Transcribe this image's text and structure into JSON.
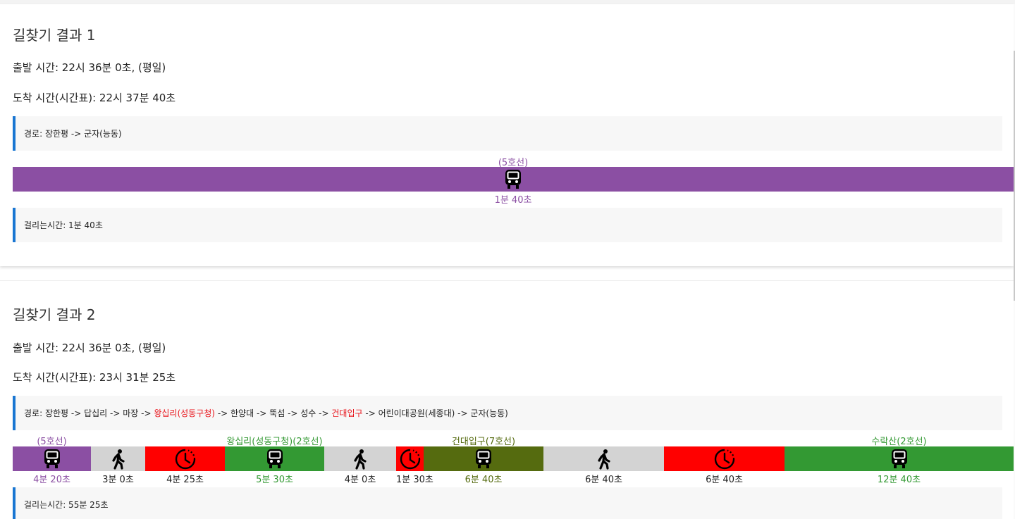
{
  "results": [
    {
      "title": "길찾기 결과 1",
      "depart": "출발 시간: 22시 36분 0초, (평일)",
      "arrive": "도착 시간(시간표): 22시 37분 40초",
      "route_prefix": "경로: ",
      "route": [
        {
          "name": "장한평",
          "transfer": false
        },
        {
          "name": "군자(능동)",
          "transfer": false
        }
      ],
      "route_sep": " -> ",
      "segments": [
        {
          "type": "subway",
          "top_label": "(5호선)",
          "bottom_label": "1분 40초",
          "color": "#8b4fa3",
          "label_color": "#8b4fa3"
        }
      ],
      "duration": "걸리는시간: 1분 40초"
    },
    {
      "title": "길찾기 결과 2",
      "depart": "출발 시간: 22시 36분 0초, (평일)",
      "arrive": "도착 시간(시간표): 23시 31분 25초",
      "route_prefix": "경로: ",
      "route": [
        {
          "name": "장한평",
          "transfer": false
        },
        {
          "name": "답십리",
          "transfer": false
        },
        {
          "name": "마장",
          "transfer": false
        },
        {
          "name": "왕십리(성동구청)",
          "transfer": true
        },
        {
          "name": "한양대",
          "transfer": false
        },
        {
          "name": "뚝섬",
          "transfer": false
        },
        {
          "name": "성수",
          "transfer": false
        },
        {
          "name": "건대입구",
          "transfer": true
        },
        {
          "name": "어린이대공원(세종대)",
          "transfer": false
        },
        {
          "name": "군자(능동)",
          "transfer": false
        }
      ],
      "route_sep": " -> ",
      "segments": [
        {
          "type": "subway",
          "top_label": "(5호선)",
          "bottom_label": "4분 20초",
          "color": "#8b4fa3",
          "label_color": "#8b4fa3"
        },
        {
          "type": "walk",
          "top_label": "",
          "bottom_label": "3분 0초",
          "color": "#d3d3d3",
          "label_color": "#222222"
        },
        {
          "type": "wait",
          "top_label": "",
          "bottom_label": "4분 25초",
          "color": "#ff0000",
          "label_color": "#222222"
        },
        {
          "type": "subway",
          "top_label": "왕십리(성동구청)(2호선)",
          "bottom_label": "5분 30초",
          "color": "#339933",
          "label_color": "#339933"
        },
        {
          "type": "walk",
          "top_label": "",
          "bottom_label": "4분 0초",
          "color": "#d3d3d3",
          "label_color": "#222222"
        },
        {
          "type": "wait",
          "top_label": "",
          "bottom_label": "1분 30초",
          "color": "#ff0000",
          "label_color": "#222222"
        },
        {
          "type": "subway",
          "top_label": "건대입구(7호선)",
          "bottom_label": "6분 40초",
          "color": "#556b0f",
          "label_color": "#556b0f"
        },
        {
          "type": "walk",
          "top_label": "",
          "bottom_label": "6분 40초",
          "color": "#d3d3d3",
          "label_color": "#222222"
        },
        {
          "type": "wait",
          "top_label": "",
          "bottom_label": "6분 40초",
          "color": "#ff0000",
          "label_color": "#222222"
        },
        {
          "type": "subway",
          "top_label": "수락산(2호선)",
          "bottom_label": "12분 40초",
          "color": "#339933",
          "label_color": "#339933"
        }
      ],
      "duration": "걸리는시간: 55분 25초"
    }
  ],
  "colors": {
    "accent": "#1976d2",
    "transfer_text": "#e8141b"
  }
}
